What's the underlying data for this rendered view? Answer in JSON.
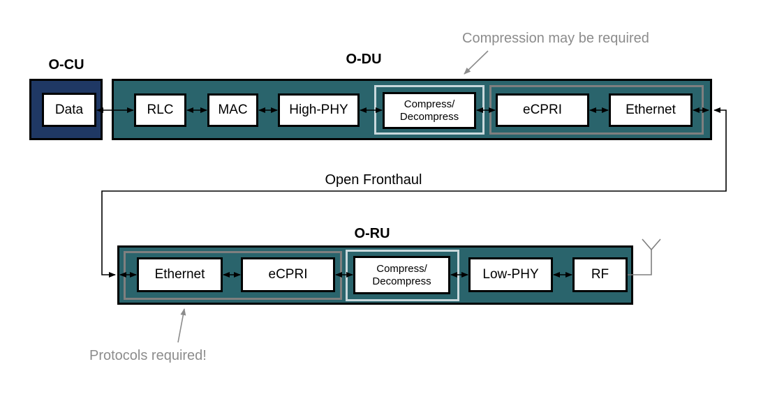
{
  "titles": {
    "ocu": "O-CU",
    "odu": "O-DU",
    "oru": "O-RU"
  },
  "ocu": {
    "data": "Data"
  },
  "odu": {
    "rlc": "RLC",
    "mac": "MAC",
    "high_phy": "High-PHY",
    "compress_line1": "Compress/",
    "compress_line2": "Decompress",
    "ecpri": "eCPRI",
    "ethernet": "Ethernet"
  },
  "oru": {
    "ethernet": "Ethernet",
    "ecpri": "eCPRI",
    "compress_line1": "Compress/",
    "compress_line2": "Decompress",
    "low_phy": "Low-PHY",
    "rf": "RF"
  },
  "labels": {
    "open_fronthaul": "Open Fronthaul"
  },
  "annotations": {
    "compression": "Compression may be required",
    "protocols": "Protocols required!"
  },
  "icons": {
    "antenna": "antenna-icon"
  },
  "colors": {
    "teal": "#2a646c",
    "navy": "#1f3864",
    "light_group_border": "#c9d8dc",
    "gray_group_border": "#7f7f7f",
    "annotation_gray": "#8c8c8c",
    "line_black": "#000000",
    "box_white": "#ffffff"
  }
}
